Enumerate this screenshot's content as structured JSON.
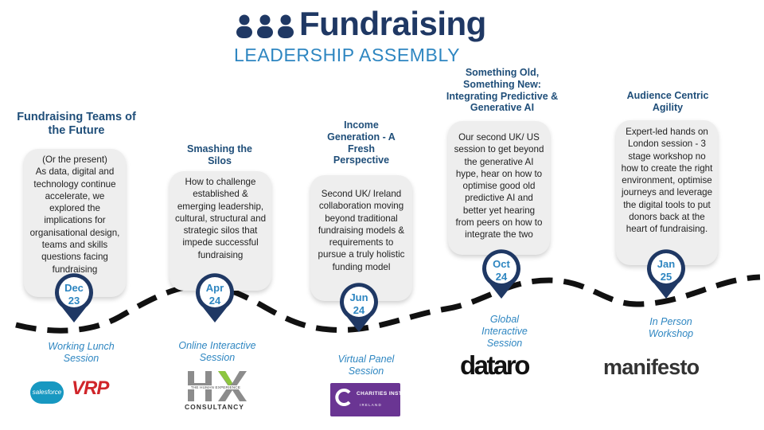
{
  "header": {
    "title": "Fundraising",
    "subtitle": "LEADERSHIP ASSEMBLY"
  },
  "colors": {
    "navy": "#1f3864",
    "title_blue": "#1f4e79",
    "accent_blue": "#2e86c1",
    "card_grey": "#eeeeee",
    "wave": "#111111"
  },
  "sessions": [
    {
      "title": "Fundraising Teams of the Future",
      "description": [
        "(Or the present)",
        "As data, digital and technology continue accelerate, we explored the implications for organisational design, teams and skills questions facing fundraising"
      ],
      "month": "Dec",
      "year": "23",
      "format": "Working Lunch Session",
      "sponsors": [
        "salesforce",
        "VRP"
      ]
    },
    {
      "title": "Smashing the Silos",
      "description": [
        "How to challenge established & emerging leadership, cultural, structural and strategic silos that impede successful fundraising"
      ],
      "month": "Apr",
      "year": "24",
      "format": "Online Interactive Session",
      "sponsors": [
        "THE HUMAN EXPERIENCE",
        "CONSULTANCY"
      ]
    },
    {
      "title": "Income Generation - A Fresh Perspective",
      "description": [
        "Second UK/ Ireland collaboration moving beyond traditional fundraising models & requirements to pursue a truly holistic funding model"
      ],
      "month": "Jun",
      "year": "24",
      "format": "Virtual Panel Session",
      "sponsors": [
        "CHARITIES INSTITUTE",
        "IRELAND"
      ]
    },
    {
      "title": "Something Old, Something New: Integrating Predictive & Generative AI",
      "description": [
        "Our second UK/ US session to get beyond the generative AI hype, hear on how to optimise good old predictive AI and better yet hearing from peers on how to integrate the two"
      ],
      "month": "Oct",
      "year": "24",
      "format": "Global Interactive Session",
      "sponsors": [
        "dataro"
      ]
    },
    {
      "title": "Audience Centric Agility",
      "description": [
        "Expert-led hands on London session - 3 stage workshop no how to create the right environment, optimise journeys and leverage the digital tools to put donors back at the heart of fundraising."
      ],
      "month": "Jan",
      "year": "25",
      "format": "In Person Workshop",
      "sponsors": [
        "manifesto"
      ]
    }
  ]
}
